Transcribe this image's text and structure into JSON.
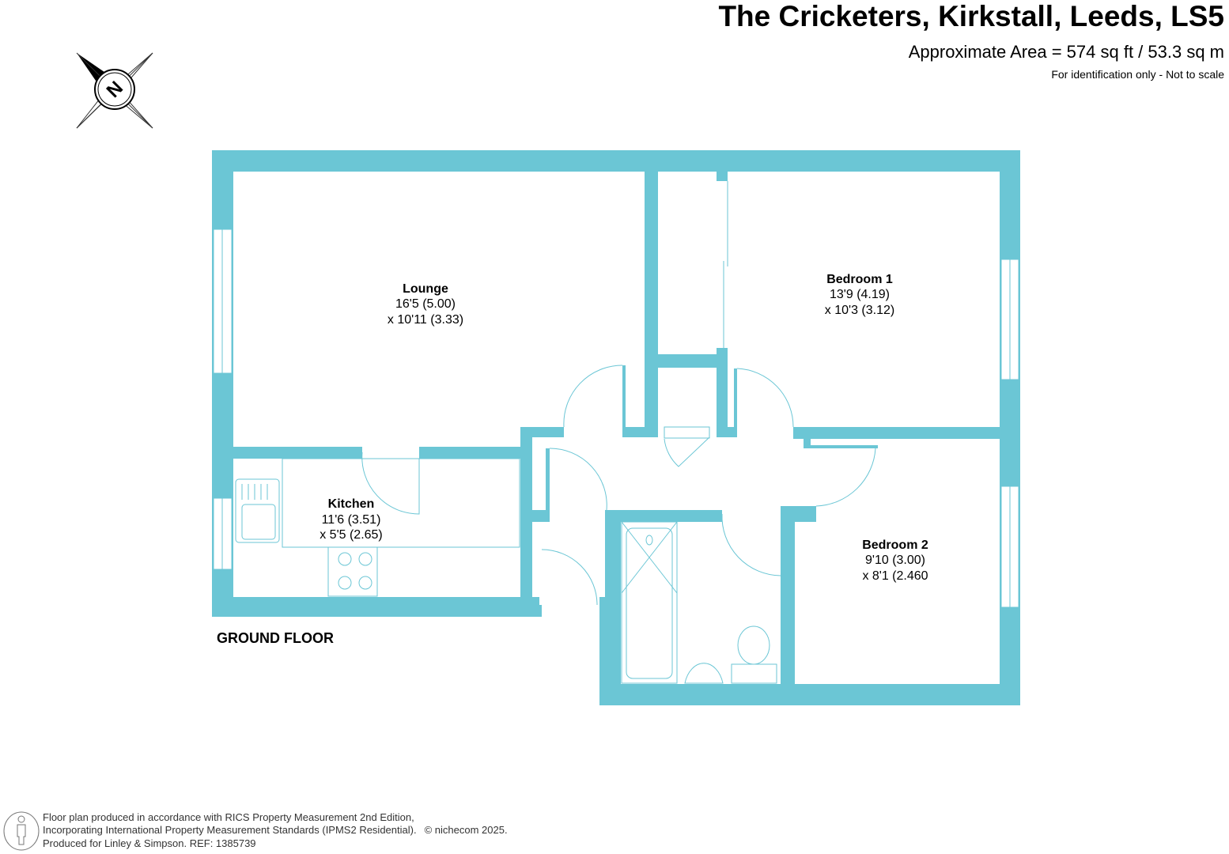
{
  "header": {
    "title": "The Cricketers, Kirkstall, Leeds, LS5",
    "area": "Approximate Area = 574 sq ft / 53.3 sq m",
    "note": "For identification only - Not to scale"
  },
  "compass": {
    "label": "N"
  },
  "floor_label": "GROUND FLOOR",
  "rooms": [
    {
      "name": "Lounge",
      "dim1": "16'5 (5.00)",
      "dim2": "x 10'11 (3.33)"
    },
    {
      "name": "Bedroom 1",
      "dim1": "13'9 (4.19)",
      "dim2": "x 10'3 (3.12)"
    },
    {
      "name": "Kitchen",
      "dim1": "11'6 (3.51)",
      "dim2": "x 5'5 (2.65)"
    },
    {
      "name": "Bedroom 2",
      "dim1": "9'10 (3.00)",
      "dim2": "x 8'1 (2.460"
    }
  ],
  "footer": {
    "line1": "Floor plan produced in accordance with RICS Property Measurement 2nd Edition,",
    "line2": "Incorporating International Property Measurement Standards (IPMS2 Residential).",
    "copyright": "© nichecom 2025.",
    "line3": "Produced for Linley & Simpson.   REF:  1385739"
  },
  "colors": {
    "wall": "#6bc6d5"
  }
}
